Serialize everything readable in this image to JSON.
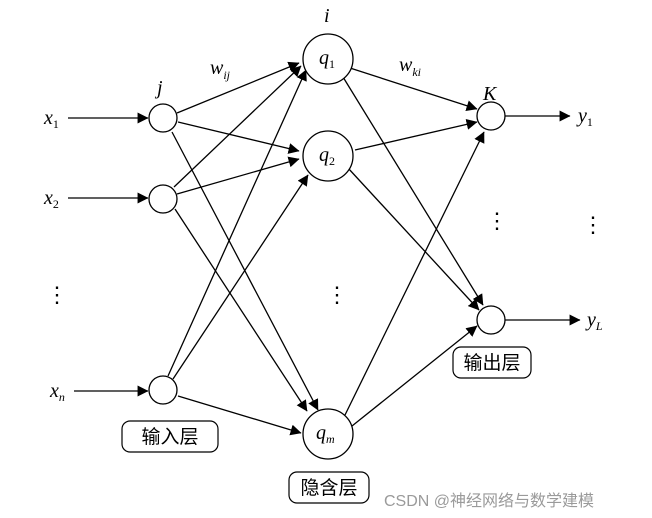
{
  "labels": {
    "hidden_index": "i",
    "input_index": "j",
    "output_index": "K",
    "w_ij_base": "w",
    "w_ij_sub": "ij",
    "w_ki_base": "w",
    "w_ki_sub": "ki"
  },
  "inputs": [
    {
      "base": "x",
      "sub": "1"
    },
    {
      "base": "x",
      "sub": "2"
    },
    {
      "base": "x",
      "sub": "n"
    }
  ],
  "hidden": [
    {
      "base": "q",
      "sub": "1"
    },
    {
      "base": "q",
      "sub": "2"
    },
    {
      "base": "q",
      "sub": "m"
    }
  ],
  "outputs": [
    {
      "base": "y",
      "sub": "1"
    },
    {
      "base": "y",
      "sub": "L"
    }
  ],
  "ellipsis": "⋮",
  "layers": {
    "input": "输入层",
    "hidden": "隐含层",
    "output": "输出层"
  },
  "watermark": "CSDN @神经网络与数学建模"
}
